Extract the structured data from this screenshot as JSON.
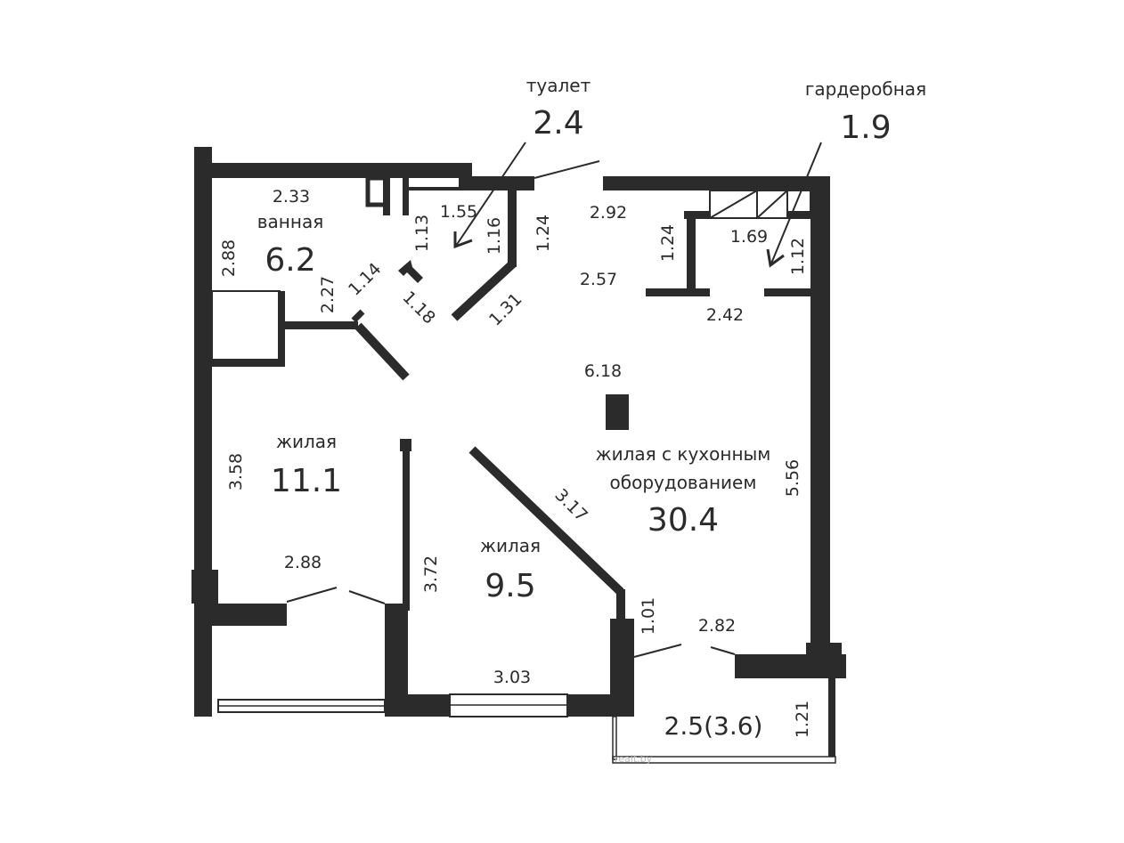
{
  "rooms": {
    "toilet": {
      "label": "туалет",
      "area": "2.4"
    },
    "wardrobe": {
      "label": "гардеробная",
      "area": "1.9"
    },
    "bathroom": {
      "label": "ванная",
      "area": "6.2"
    },
    "living1": {
      "label": "жилая",
      "area": "11.1"
    },
    "living2": {
      "label": "жилая",
      "area": "9.5"
    },
    "kitchen_living": {
      "label_line1": "жилая с кухонным",
      "label_line2": "оборудованием",
      "area": "30.4"
    },
    "balcony": {
      "area": "2.5(3.6)"
    }
  },
  "dimensions": [
    "2.33",
    "2.88",
    "1.55",
    "1.13",
    "1.16",
    "1.24",
    "2.92",
    "1.24",
    "1.69",
    "1.12",
    "2.57",
    "2.42",
    "2.27",
    "1.14",
    "1.18",
    "1.31",
    "6.18",
    "3.58",
    "5.56",
    "3.17",
    "2.88",
    "3.72",
    "1.01",
    "2.82",
    "3.03",
    "1.21"
  ],
  "watermark": "realt.by"
}
